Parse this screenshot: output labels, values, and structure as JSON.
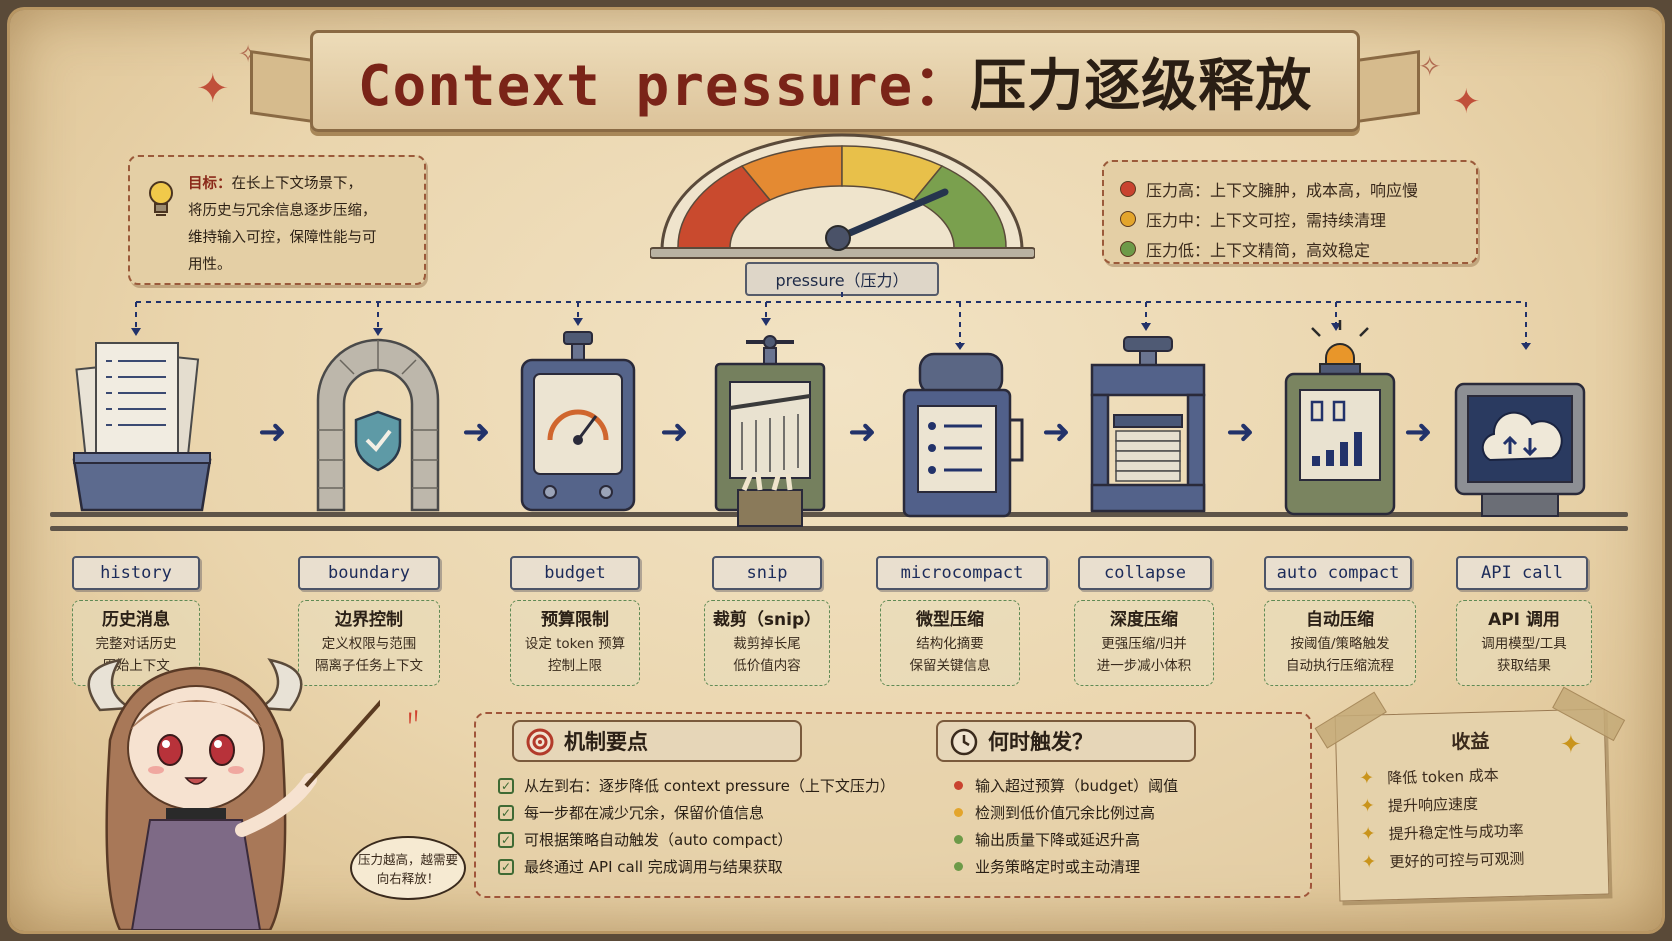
{
  "title": {
    "en": "Context pressure：",
    "cn": "压力逐级释放"
  },
  "goal": {
    "label": "目标：",
    "text_1": "在长上下文场景下，",
    "text_2": "将历史与冗余信息逐步压缩，",
    "text_3": "维持输入可控，保障性能与可",
    "text_4": "用性。"
  },
  "gauge": {
    "label": "pressure（压力）"
  },
  "legend": [
    {
      "color": "#c9432f",
      "text": "压力高：上下文臃肿，成本高，响应慢"
    },
    {
      "color": "#e3a52c",
      "text": "压力中：上下文可控，需持续清理"
    },
    {
      "color": "#6d9a48",
      "text": "压力低：上下文精简，高效稳定"
    }
  ],
  "stages": [
    {
      "label": "history",
      "title": "历史消息",
      "line1": "完整对话历史",
      "line2": "原始上下文"
    },
    {
      "label": "boundary",
      "title": "边界控制",
      "line1": "定义权限与范围",
      "line2": "隔离子任务上下文"
    },
    {
      "label": "budget",
      "title": "预算限制",
      "line1": "设定 token 预算",
      "line2": "控制上限"
    },
    {
      "label": "snip",
      "title": "裁剪（snip）",
      "line1": "裁剪掉长尾",
      "line2": "低价值内容"
    },
    {
      "label": "microcompact",
      "title": "微型压缩",
      "line1": "结构化摘要",
      "line2": "保留关键信息"
    },
    {
      "label": "collapse",
      "title": "深度压缩",
      "line1": "更强压缩/归并",
      "line2": "进一步减小体积"
    },
    {
      "label": "auto compact",
      "title": "自动压缩",
      "line1": "按阈值/策略触发",
      "line2": "自动执行压缩流程"
    },
    {
      "label": "API call",
      "title": "API 调用",
      "line1": "调用模型/工具",
      "line2": "获取结果"
    }
  ],
  "mechanism": {
    "title": "机制要点",
    "items": [
      "从左到右：逐步降低 context pressure（上下文压力）",
      "每一步都在减少冗余，保留价值信息",
      "可根据策略自动触发（auto compact）",
      "最终通过 API call 完成调用与结果获取"
    ]
  },
  "trigger": {
    "title": "何时触发？",
    "items": [
      {
        "color": "#c9432f",
        "text": "输入超过预算（budget）阈值"
      },
      {
        "color": "#e3a52c",
        "text": "检测到低价值冗余比例过高"
      },
      {
        "color": "#6d9a48",
        "text": "输出质量下降或延迟升高"
      },
      {
        "color": "#6d9a48",
        "text": "业务策略定时或主动清理"
      }
    ]
  },
  "benefits": {
    "title": "收益",
    "items": [
      "降低 token 成本",
      "提升响应速度",
      "提升稳定性与成功率",
      "更好的可控与可观测"
    ]
  },
  "bubble": {
    "line1": "压力越高，越需要",
    "line2": "向右释放！"
  },
  "icons": {
    "goal": "lightbulb-icon",
    "mechanism": "target-icon",
    "trigger": "clock-icon",
    "benefit": "star-icon"
  }
}
